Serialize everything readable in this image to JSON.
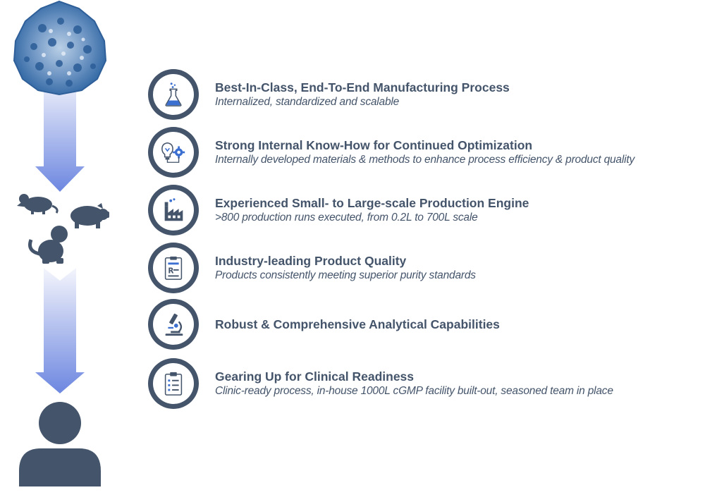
{
  "pipeline": {
    "stages": [
      {
        "icon": "virus-particle-icon"
      },
      {
        "icon": "animal-models-icon"
      },
      {
        "icon": "human-icon"
      }
    ],
    "arrow_color_top": "#f4f5fc",
    "arrow_color_bottom": "#6d87e0"
  },
  "items": [
    {
      "icon": "flask-icon",
      "title": "Best-In-Class, End-To-End Manufacturing Process",
      "subtitle": "Internalized, standardized and scalable"
    },
    {
      "icon": "lightbulb-gear-icon",
      "title": "Strong Internal Know-How for Continued Optimization",
      "subtitle": "Internally developed materials & methods to enhance process efficiency & product quality"
    },
    {
      "icon": "factory-icon",
      "title": "Experienced Small- to Large-scale Production Engine",
      "subtitle": ">800 production runs executed, from 0.2L to 700L scale"
    },
    {
      "icon": "certificate-icon",
      "title": "Industry-leading Product Quality",
      "subtitle": "Products consistently meeting superior purity standards"
    },
    {
      "icon": "microscope-icon",
      "title": "Robust & Comprehensive Analytical Capabilities",
      "subtitle": ""
    },
    {
      "icon": "clipboard-checklist-icon",
      "title": "Gearing Up for Clinical Readiness",
      "subtitle": "Clinic-ready process, in-house 1000L cGMP facility built-out, seasoned team in place"
    }
  ],
  "colors": {
    "primary": "#44546a",
    "icon_blue": "#3b6fd0",
    "badge_fill": "#ffffff"
  }
}
